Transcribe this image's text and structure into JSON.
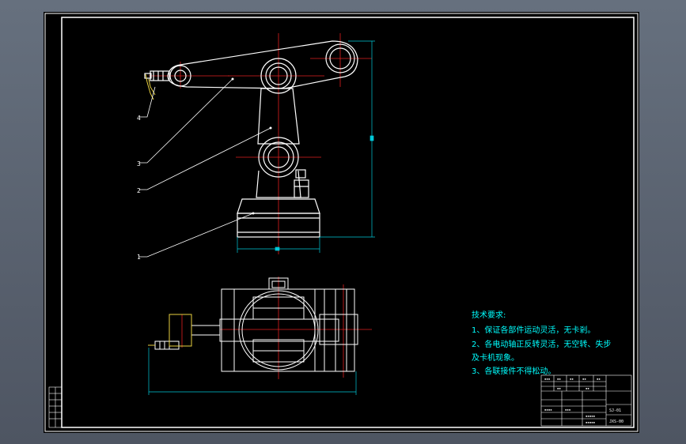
{
  "app": {
    "title": "CAD drawing viewer"
  },
  "drawing": {
    "part_labels": [
      "1",
      "2",
      "3",
      "4"
    ],
    "technical_requirements": {
      "heading": "技术要求:",
      "items": [
        "1、保证各部件运动灵活，无卡剎。",
        "2、各电动轴正反转灵活，无空转、失步",
        "及卡机现象。",
        "3、各联接件不得松动。"
      ]
    },
    "title_block": {
      "material": "SJ-01",
      "drawing_no": "JXS-00"
    },
    "colors": {
      "background": "#000000",
      "border": "#ffffff",
      "center_line": "#e02020",
      "dimension": "#00c8d8",
      "annotation_text": "#00ffff"
    }
  }
}
